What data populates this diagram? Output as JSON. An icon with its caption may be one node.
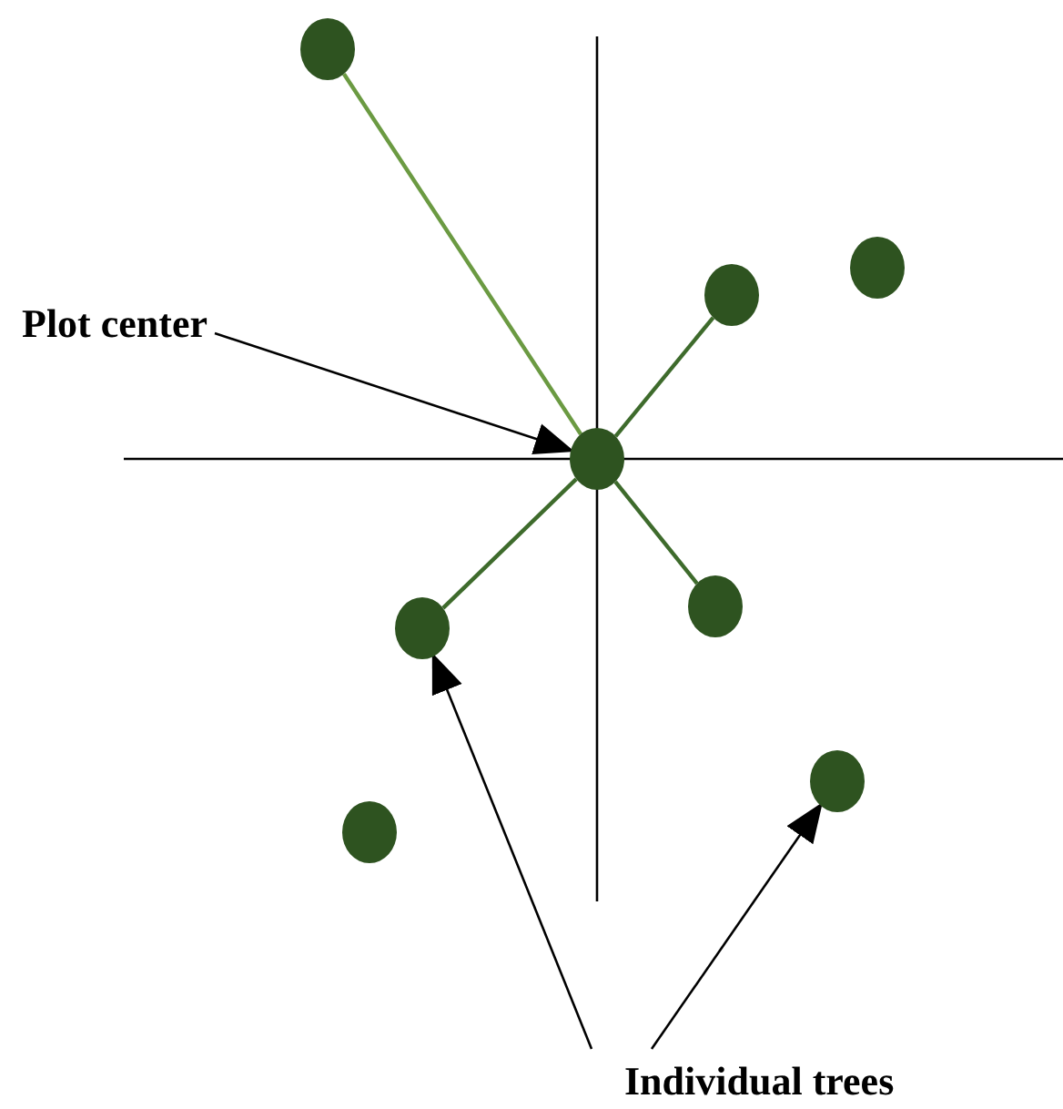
{
  "diagram": {
    "nodes": [
      {
        "text": [],
        "shape": "circle"
      },
      {
        "text": [],
        "shape": "circle"
      },
      {
        "text": [],
        "shape": "circle"
      },
      {
        "text": [
          "Plot center"
        ]
      },
      {
        "text": [],
        "shape": "circle"
      },
      {
        "text": [],
        "shape": "circle"
      },
      {
        "text": [],
        "shape": "circle"
      },
      {
        "text": [],
        "shape": "circle"
      },
      {
        "text": [],
        "shape": "circle"
      },
      {
        "text": [
          "Individual trees"
        ]
      }
    ],
    "edges": [
      {
        "from": 4,
        "to": 0,
        "arrow": "none",
        "color": "#6b9a42"
      },
      {
        "from": 4,
        "to": 2,
        "arrow": "none",
        "color": "#3e6b2c"
      },
      {
        "from": 4,
        "to": 5,
        "arrow": "none",
        "color": "#3e6b2c"
      },
      {
        "from": 4,
        "to": 6,
        "arrow": "none",
        "color": "#3e6b2c"
      },
      {
        "from": 3,
        "to": 4,
        "arrow": "to",
        "color": "#000000"
      },
      {
        "from": 9,
        "to": 6,
        "arrow": "to",
        "color": "#000000"
      },
      {
        "from": 9,
        "to": 7,
        "arrow": "to",
        "color": "#000000"
      }
    ]
  }
}
